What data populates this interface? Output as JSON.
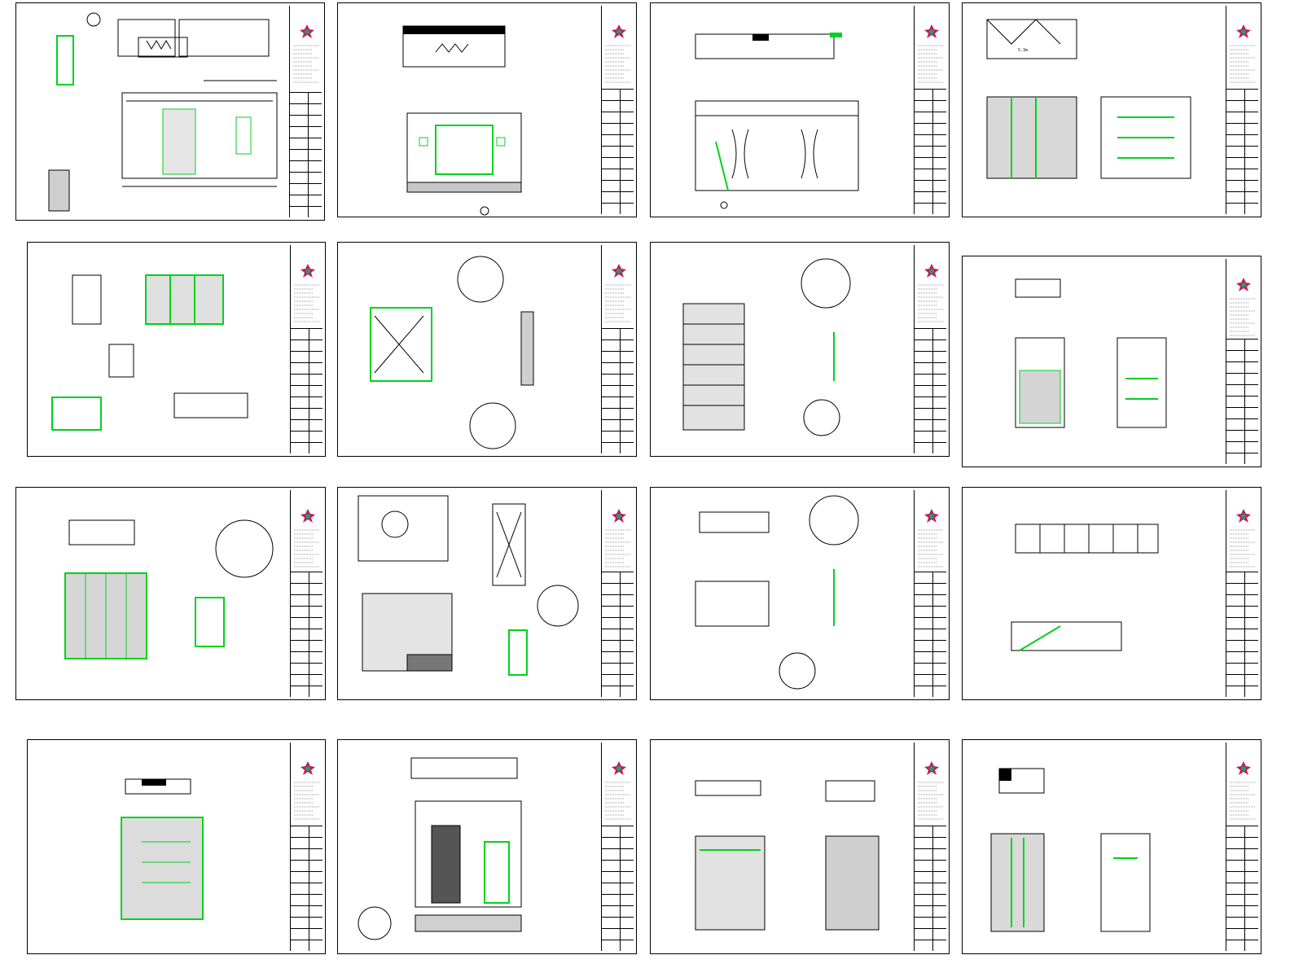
{
  "layout": {
    "title": "",
    "sheet_count": 16
  },
  "colors": {
    "line": "#000000",
    "accent": "#00d21e",
    "background": "#ffffff"
  },
  "sheets": [
    {
      "id": 1,
      "caption": ""
    },
    {
      "id": 2,
      "caption": ""
    },
    {
      "id": 3,
      "caption": ""
    },
    {
      "id": 4,
      "caption": "",
      "note": "5.3m"
    },
    {
      "id": 5,
      "caption": ""
    },
    {
      "id": 6,
      "caption": ""
    },
    {
      "id": 7,
      "caption": ""
    },
    {
      "id": 8,
      "caption": ""
    },
    {
      "id": 9,
      "caption": ""
    },
    {
      "id": 10,
      "caption": ""
    },
    {
      "id": 11,
      "caption": ""
    },
    {
      "id": 12,
      "caption": ""
    },
    {
      "id": 13,
      "caption": ""
    },
    {
      "id": 14,
      "caption": ""
    },
    {
      "id": 15,
      "caption": ""
    },
    {
      "id": 16,
      "caption": ""
    }
  ]
}
